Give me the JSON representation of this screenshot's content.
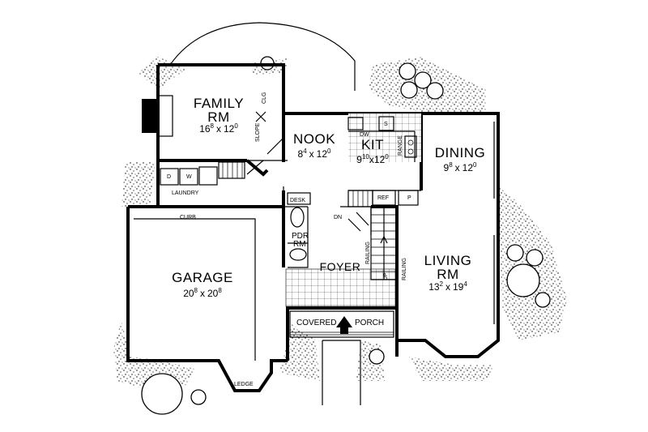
{
  "rooms": {
    "family": {
      "name_line1": "FAMILY",
      "name_line2": "RM",
      "dim_w": "16",
      "dim_w_sup": "8",
      "dim_x": "x",
      "dim_h": "12",
      "dim_h_sup": "0"
    },
    "nook": {
      "name": "NOOK",
      "dim_w": "8",
      "dim_w_sup": "4",
      "dim_x": "x",
      "dim_h": "12",
      "dim_h_sup": "0"
    },
    "kit": {
      "name": "KIT",
      "dim_w": "9",
      "dim_w_sup": "10",
      "dim_x": "x",
      "dim_h": "12",
      "dim_h_sup": "0"
    },
    "dining": {
      "name": "DINING",
      "dim_w": "9",
      "dim_w_sup": "8",
      "dim_x": "x",
      "dim_h": "12",
      "dim_h_sup": "0"
    },
    "living": {
      "name_line1": "LIVING",
      "name_line2": "RM",
      "dim_w": "13",
      "dim_w_sup": "2",
      "dim_x": "x",
      "dim_h": "19",
      "dim_h_sup": "4"
    },
    "garage": {
      "name": "GARAGE",
      "dim_w": "20",
      "dim_w_sup": "8",
      "dim_x": "x",
      "dim_h": "20",
      "dim_h_sup": "8"
    },
    "foyer": {
      "name": "FOYER"
    },
    "pdr": {
      "line1": "PDR",
      "line2": "RM"
    }
  },
  "labels": {
    "laundry": "LAUNDRY",
    "washer": "W",
    "dryer": "D",
    "curb": "CURB",
    "ledge": "LEDGE",
    "desk": "DESK",
    "ref": "REF",
    "pantry": "P",
    "dishwasher": "DW",
    "sink": "S",
    "range": "RANGE",
    "down": "DN",
    "up": "UP",
    "railing_left": "RAILING",
    "railing_right": "RAILING",
    "slope": "SLOPE",
    "clg": "CLG",
    "covered": "COVERED",
    "porch": "PORCH"
  }
}
